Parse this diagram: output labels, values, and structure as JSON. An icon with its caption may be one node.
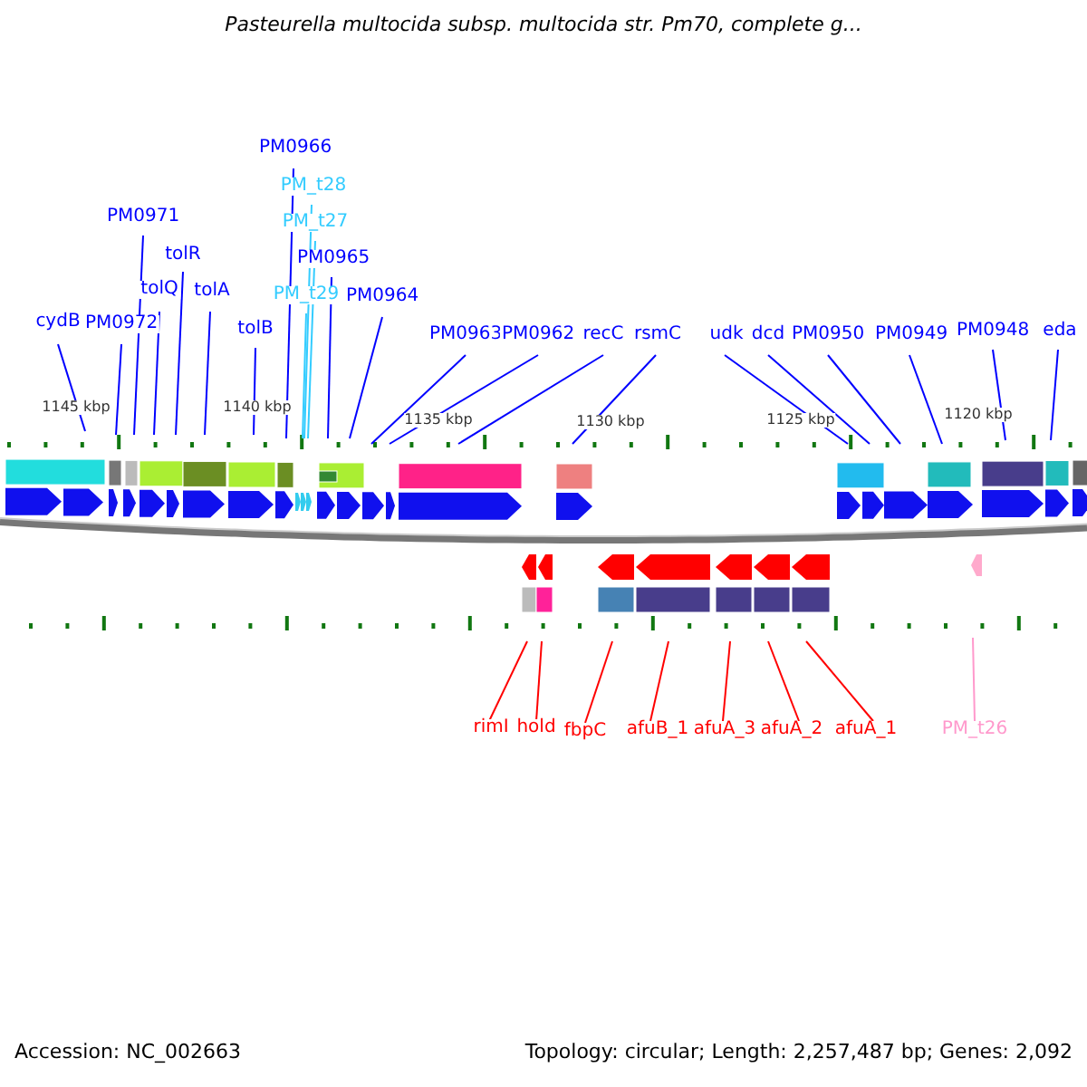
{
  "diagram": {
    "title": "Pasteurella multocida subsp. multocida str. Pm70, complete g...",
    "nodes": [
      {
        "text": [
          "cydB"
        ]
      },
      {
        "text": [
          "PM0972"
        ]
      },
      {
        "text": [
          "PM0971"
        ]
      },
      {
        "text": [
          "tolQ"
        ]
      },
      {
        "text": [
          "tolR"
        ]
      },
      {
        "text": [
          "tolA"
        ]
      },
      {
        "text": [
          "tolB"
        ]
      },
      {
        "text": [
          "PM0966"
        ]
      },
      {
        "text": [
          "PM_t28"
        ]
      },
      {
        "text": [
          "PM_t27"
        ]
      },
      {
        "text": [
          "PM_t29"
        ]
      },
      {
        "text": [
          "PM0965"
        ]
      },
      {
        "text": [
          "PM0964"
        ]
      },
      {
        "text": [
          "PM0963"
        ]
      },
      {
        "text": [
          "PM0962"
        ]
      },
      {
        "text": [
          "recC"
        ]
      },
      {
        "text": [
          "rsmC"
        ]
      },
      {
        "text": [
          "udk"
        ]
      },
      {
        "text": [
          "dcd"
        ]
      },
      {
        "text": [
          "PM0950"
        ]
      },
      {
        "text": [
          "PM0949"
        ]
      },
      {
        "text": [
          "PM0948"
        ]
      },
      {
        "text": [
          "eda"
        ]
      },
      {
        "text": [
          "rimI"
        ]
      },
      {
        "text": [
          "hold"
        ]
      },
      {
        "text": [
          "fbpC"
        ]
      },
      {
        "text": [
          "afuB_1"
        ]
      },
      {
        "text": [
          "afuA_3"
        ]
      },
      {
        "text": [
          "afuA_2"
        ]
      },
      {
        "text": [
          "afuA_1"
        ]
      },
      {
        "text": [
          "PM_t26"
        ]
      }
    ],
    "edges": [
      {
        "from": 0,
        "to": null,
        "arrow": "none"
      },
      {
        "from": 1,
        "to": null,
        "arrow": "none"
      },
      {
        "from": 2,
        "to": null,
        "arrow": "none"
      },
      {
        "from": 3,
        "to": null,
        "arrow": "none"
      },
      {
        "from": 4,
        "to": null,
        "arrow": "none"
      },
      {
        "from": 5,
        "to": null,
        "arrow": "none"
      },
      {
        "from": 6,
        "to": null,
        "arrow": "none"
      },
      {
        "from": 7,
        "to": null,
        "arrow": "none"
      },
      {
        "from": 8,
        "to": null,
        "arrow": "none",
        "color": "#33ccff"
      },
      {
        "from": 9,
        "to": null,
        "arrow": "none",
        "color": "#33ccff"
      },
      {
        "from": 10,
        "to": null,
        "arrow": "none",
        "color": "#33ccff"
      },
      {
        "from": 11,
        "to": null,
        "arrow": "none"
      },
      {
        "from": 12,
        "to": null,
        "arrow": "none"
      },
      {
        "from": 13,
        "to": null,
        "arrow": "none"
      },
      {
        "from": 14,
        "to": null,
        "arrow": "none"
      },
      {
        "from": 15,
        "to": null,
        "arrow": "none"
      },
      {
        "from": 16,
        "to": null,
        "arrow": "none"
      },
      {
        "from": 17,
        "to": null,
        "arrow": "none"
      },
      {
        "from": 18,
        "to": null,
        "arrow": "none"
      },
      {
        "from": 19,
        "to": null,
        "arrow": "none"
      },
      {
        "from": 20,
        "to": null,
        "arrow": "none"
      },
      {
        "from": 21,
        "to": null,
        "arrow": "none"
      },
      {
        "from": 22,
        "to": null,
        "arrow": "none"
      },
      {
        "from": 23,
        "to": null,
        "arrow": "none",
        "color": "#ff0000"
      },
      {
        "from": 24,
        "to": null,
        "arrow": "none",
        "color": "#ff0000"
      },
      {
        "from": 25,
        "to": null,
        "arrow": "none",
        "color": "#ff0000"
      },
      {
        "from": 26,
        "to": null,
        "arrow": "none",
        "color": "#ff0000"
      },
      {
        "from": 27,
        "to": null,
        "arrow": "none",
        "color": "#ff0000"
      },
      {
        "from": 28,
        "to": null,
        "arrow": "none",
        "color": "#ff0000"
      },
      {
        "from": 29,
        "to": null,
        "arrow": "none",
        "color": "#ff0000"
      },
      {
        "from": 30,
        "to": null,
        "arrow": "none",
        "color": "#ff99cc"
      }
    ],
    "labels": [
      "1145 kbp",
      "1140 kbp",
      "1135 kbp",
      "1130 kbp",
      "1125 kbp",
      "1120 kbp",
      "Accession: NC_002663",
      "Topology: circular; Length: 2,257,487 bp; Genes: 2,092"
    ]
  }
}
